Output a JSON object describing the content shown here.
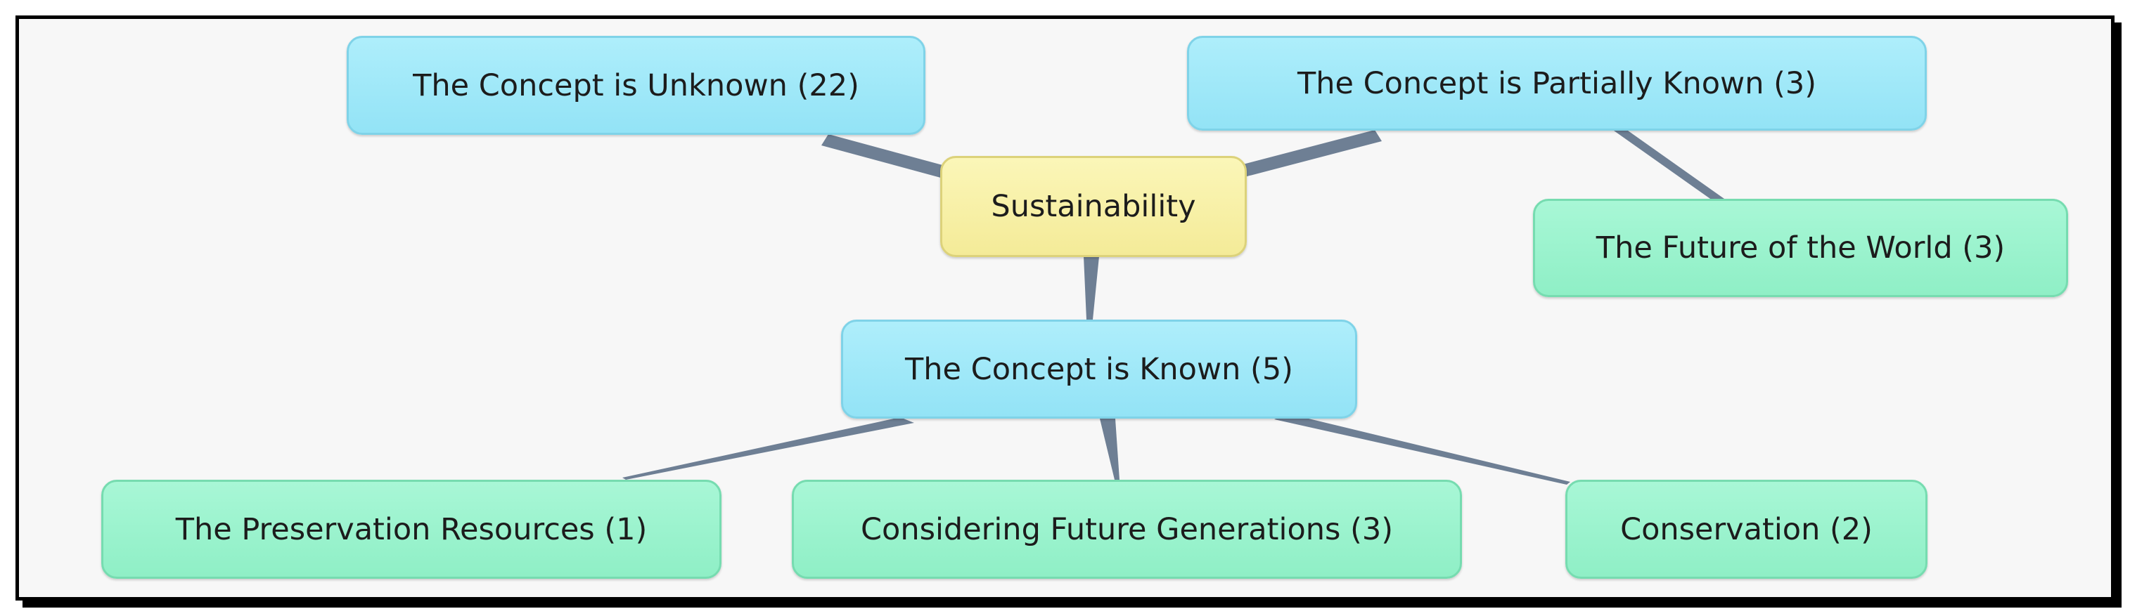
{
  "diagram": {
    "root": {
      "label": "Sustainability"
    },
    "branches": {
      "unknown": {
        "label": "The Concept is Unknown (22)"
      },
      "partially_known": {
        "label": "The Concept is Partially Known (3)"
      },
      "known": {
        "label": "The Concept is Known (5)"
      }
    },
    "leaves": {
      "future_world": {
        "label": "The Future of the World (3)"
      },
      "preservation": {
        "label": "The Preservation Resources (1)"
      },
      "future_generations": {
        "label": "Considering Future Generations (3)"
      },
      "conservation": {
        "label": "Conservation (2)"
      }
    },
    "colors": {
      "root": "#f4eb98",
      "branch": "#93e3f6",
      "leaf": "#8fefc6",
      "connector": "#6e7f94"
    }
  }
}
